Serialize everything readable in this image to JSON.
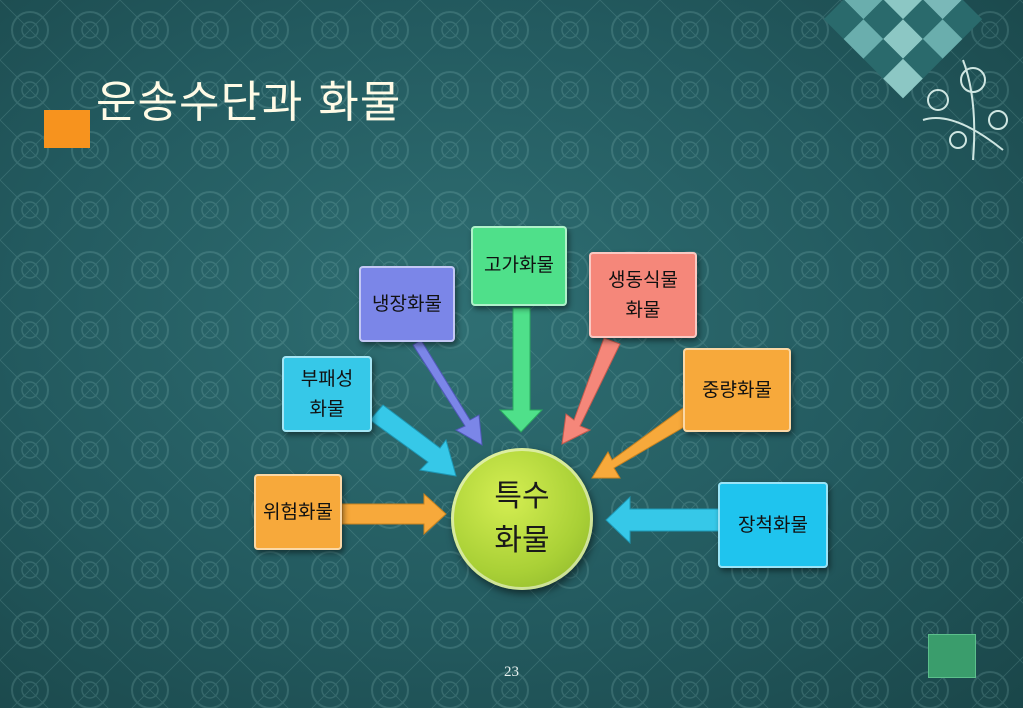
{
  "slide": {
    "title": "운송수단과 화물",
    "page_number": "23"
  },
  "diagram": {
    "center": {
      "line1": "특수",
      "line2": "화물",
      "color": "#a9d036"
    },
    "items": [
      {
        "id": "hazardous",
        "line1": "위험화물",
        "line2": "",
        "color": "#f7a93b"
      },
      {
        "id": "perishable",
        "line1": "부패성",
        "line2": "화물",
        "color": "#36c8e8"
      },
      {
        "id": "refrigerated",
        "line1": "냉장화물",
        "line2": "",
        "color": "#7b86e8"
      },
      {
        "id": "high-value",
        "line1": "고가화물",
        "line2": "",
        "color": "#4fe08a"
      },
      {
        "id": "live-animal",
        "line1": "생동식물",
        "line2": "화물",
        "color": "#f5877a"
      },
      {
        "id": "heavy",
        "line1": "중량화물",
        "line2": "",
        "color": "#f7a93b"
      },
      {
        "id": "bulky",
        "line1": "장척화물",
        "line2": "",
        "color": "#1fc4ee"
      }
    ]
  }
}
